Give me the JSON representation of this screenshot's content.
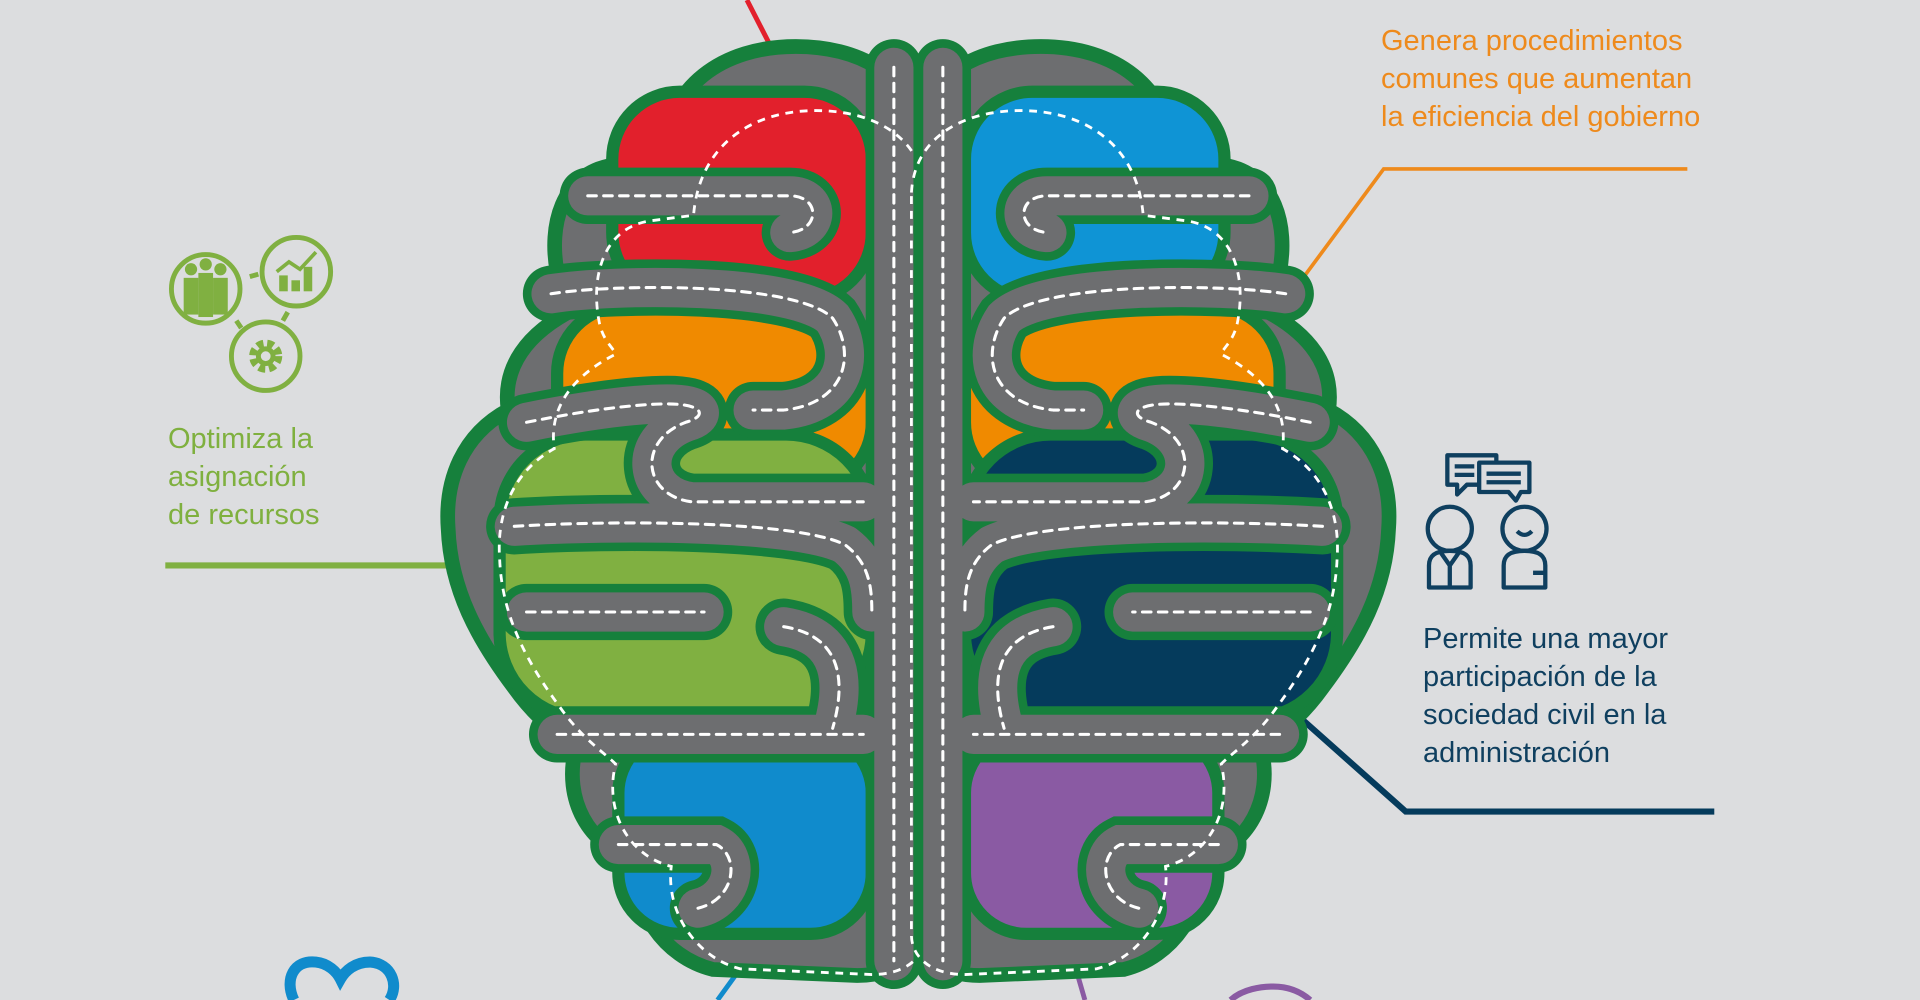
{
  "callouts": {
    "orange": {
      "lines": [
        "Genera procedimientos",
        "comunes que aumentan",
        "la eficiencia del gobierno"
      ],
      "color": "#ee8a1c"
    },
    "green": {
      "lines": [
        "Optimiza la",
        "asignación",
        "de recursos"
      ],
      "color": "#7fb03f"
    },
    "navy": {
      "lines": [
        "Permite una mayor",
        "participación de la",
        "sociedad civil en la",
        "administración"
      ],
      "color": "#0f3f5f"
    }
  },
  "brain": {
    "outline_color": "#16803c",
    "road_color": "#6d6e70",
    "left_lobes": [
      "#e2202c",
      "#f08a00",
      "#80b041",
      "#108bcc"
    ],
    "right_lobes": [
      "#0f94d5",
      "#f08a00",
      "#053b5c",
      "#8a5aa3"
    ]
  },
  "icons": {
    "green_group": [
      "team-icon",
      "growth-chart-icon",
      "gear-icon"
    ],
    "navy_group": [
      "chat-bubbles-icon",
      "citizens-icon"
    ],
    "bottom": [
      "heart-icon",
      "purple-circle-icon"
    ]
  }
}
